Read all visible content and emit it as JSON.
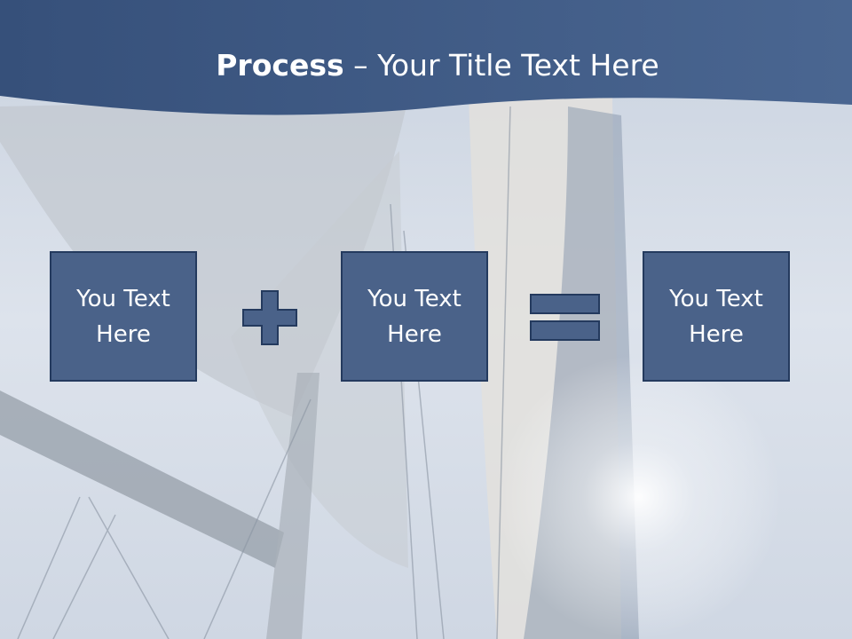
{
  "slide": {
    "title_bold": "Process",
    "title_rest": " – Your Title Text Here",
    "boxes": [
      {
        "text": "You Text Here"
      },
      {
        "text": "You Text Here"
      },
      {
        "text": "You Text Here"
      }
    ],
    "operators": [
      "plus",
      "equals"
    ]
  },
  "colors": {
    "title_band": "#3e5a86",
    "box_fill": "#4a6289",
    "box_border": "#243a5e",
    "operator_fill": "#4a6289",
    "sky": "#d6dde8"
  },
  "icons": [
    "plus-icon",
    "equals-icon"
  ]
}
